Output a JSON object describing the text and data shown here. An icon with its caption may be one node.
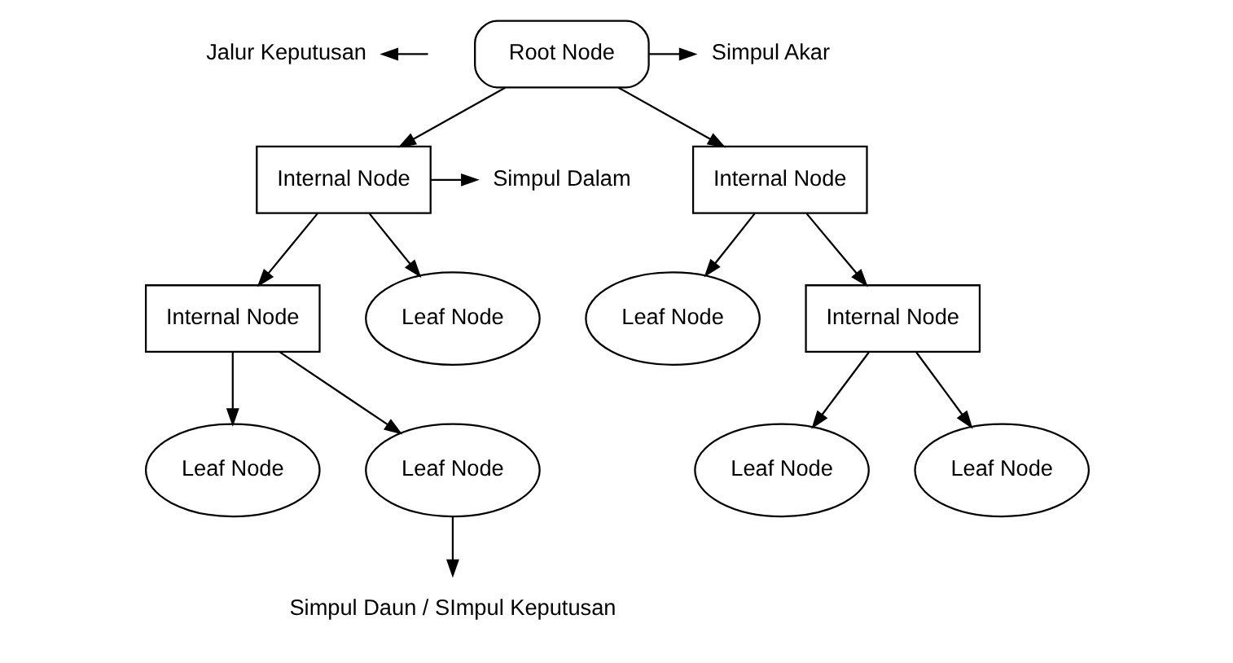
{
  "diagram": {
    "nodes": [
      {
        "text": [
          "Jalur Keputusan"
        ]
      },
      {
        "text": [
          "Root Node"
        ]
      },
      {
        "text": [
          "Simpul Akar"
        ]
      },
      {
        "text": [
          "Simpul Dalam"
        ]
      },
      {
        "text": [
          "Internal Node"
        ]
      },
      {
        "text": [
          "Internal Node"
        ]
      },
      {
        "text": [
          "Internal Node"
        ]
      },
      {
        "text": [
          "Leaf Node"
        ]
      },
      {
        "text": [
          "Leaf Node"
        ]
      },
      {
        "text": [
          "Internal Node"
        ]
      },
      {
        "text": [
          "Leaf Node"
        ]
      },
      {
        "text": [
          "Leaf Node"
        ]
      },
      {
        "text": [
          "Leaf Node"
        ]
      },
      {
        "text": [
          "Leaf Node"
        ]
      },
      {
        "text": [
          "Simpul Daun / SImpul Keputusan"
        ]
      }
    ],
    "edges": [
      {
        "from": 1,
        "to": 4,
        "arrow": "to"
      },
      {
        "from": 1,
        "to": 5,
        "arrow": "to"
      },
      {
        "from": 4,
        "to": 6,
        "arrow": "to"
      },
      {
        "from": 4,
        "to": 7,
        "arrow": "to"
      },
      {
        "from": 5,
        "to": 8,
        "arrow": "to"
      },
      {
        "from": 5,
        "to": 9,
        "arrow": "to"
      },
      {
        "from": 6,
        "to": 10,
        "arrow": "to"
      },
      {
        "from": 6,
        "to": 11,
        "arrow": "to"
      },
      {
        "from": 9,
        "to": 12,
        "arrow": "to"
      },
      {
        "from": 9,
        "to": 13,
        "arrow": "to"
      },
      {
        "from": null,
        "to": 0,
        "arrow": "to"
      },
      {
        "from": 1,
        "to": 2,
        "arrow": "to"
      },
      {
        "from": 4,
        "to": 3,
        "arrow": "to"
      },
      {
        "from": 11,
        "to": 14,
        "arrow": "to"
      }
    ]
  }
}
